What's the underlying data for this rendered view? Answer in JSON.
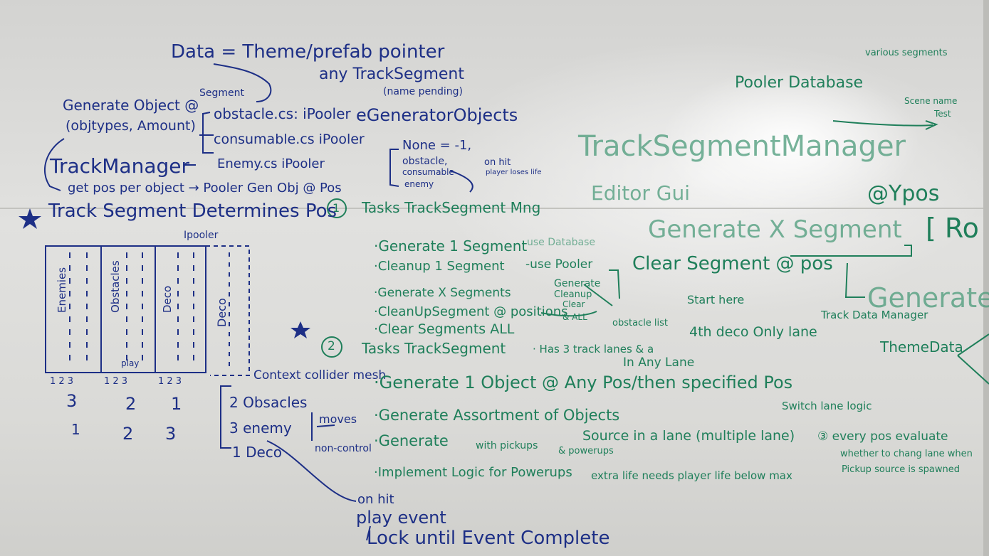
{
  "blue": {
    "data_theme": "Data = Theme/prefab pointer",
    "segment_tag": "Segment",
    "generate_object": "Generate Object @",
    "any_track_segment": "any TrackSegment",
    "name_pending": "(name pending)",
    "obj_types": "(objtypes, Amount)",
    "obstacle_cs": "obstacle.cs: iPooler",
    "generator_objects": "eGeneratorObjects",
    "consumable_cs": "consumable.cs iPooler",
    "track_manager": "TrackManager",
    "enemy_cs": "Enemy.cs iPooler",
    "pooler_gen": "Pooler Gen Obj @ Pos",
    "get_pos": "get pos per object → Pooler Gen Obj @ Pos",
    "none_minus_one": "None = -1,",
    "obstacle_enum": "obstacle,",
    "consumable_enum": "consumable",
    "enemy_enum": "enemy",
    "on_hit": "on hit",
    "player_loses_life": "player loses life",
    "track_segment_determines": "Track Segment Determines Pos",
    "ipooler": "Ipooler",
    "lane_enemies": "Enemies",
    "lane_obstacles": "Obstacles",
    "lane_deco": "Deco",
    "lane_deco2": "Deco",
    "play": "play",
    "lane_numbers": [
      "1 2 3",
      "1 2 3",
      "1 2 3"
    ],
    "row_a": [
      "3",
      "2",
      "1"
    ],
    "row_b": [
      "1",
      "2",
      "3"
    ],
    "context_collider": "Context collider mesh",
    "obstacles_2": "2 Obsacles",
    "moves": "moves",
    "enemy_3": "3 enemy",
    "deco_1": "1 Deco",
    "non_control": "non-control",
    "on_hit_play": "on hit",
    "play_event": "play event",
    "lock_until": "Lock until Event Complete"
  },
  "green": {
    "pooler_database": "Pooler Database",
    "various_segments": "various segments",
    "scene_name": "Scene name",
    "test": "Test",
    "track_segment_manager": "TrackSegmentManager",
    "editor_gui": "Editor Gui",
    "at_ypos": "@Ypos",
    "generate_x_segment": "Generate X Segment",
    "r_fragment": "[ Ro",
    "clear_segment_pos": "Clear Segment @ pos",
    "generate_big": "Generate",
    "track_data_manager": "Track Data Manager",
    "theme_data": "ThemeData",
    "circle_1": "1",
    "tasks_tsm": "Tasks TrackSegment Mng",
    "task1_1": "·Generate 1 Segment",
    "use_database": "use Database",
    "task1_2": "·Cleanup 1 Segment",
    "use_pooler": "-use Pooler",
    "task1_3": "·Generate X Segments",
    "gen_clean_clear": [
      "Generate",
      "Cleanup",
      "Clear"
    ],
    "task1_4": "·CleanUpSegment @ positions",
    "all": "& ALL",
    "task1_5": "·Clear Segments ALL",
    "circle_2": "2",
    "tasks_ts": "Tasks TrackSegment",
    "has_3_lanes": "· Has 3 track lanes & a",
    "obstacle_list": "obstacle list",
    "start_here": "Start here",
    "fourth_deco": "4th deco Only lane",
    "in_any_lane": "In Any Lane",
    "task2_1": "·Generate 1 Object @ Any Pos/then specified Pos",
    "switch_lane": "Switch lane logic",
    "task2_2": "·Generate Assortment of Objects",
    "task2_3": "·Generate",
    "with_pickups": "with pickups",
    "powerups": "& powerups",
    "source_lane": "Source in a lane (multiple lane)",
    "every_pos": "③ every pos evaluate",
    "whether_change": "whether to chang lane when",
    "pickup_spawned": "Pickup source is spawned",
    "task2_4": "·Implement Logic for Powerups",
    "extra_life": "extra life needs player life below max"
  }
}
